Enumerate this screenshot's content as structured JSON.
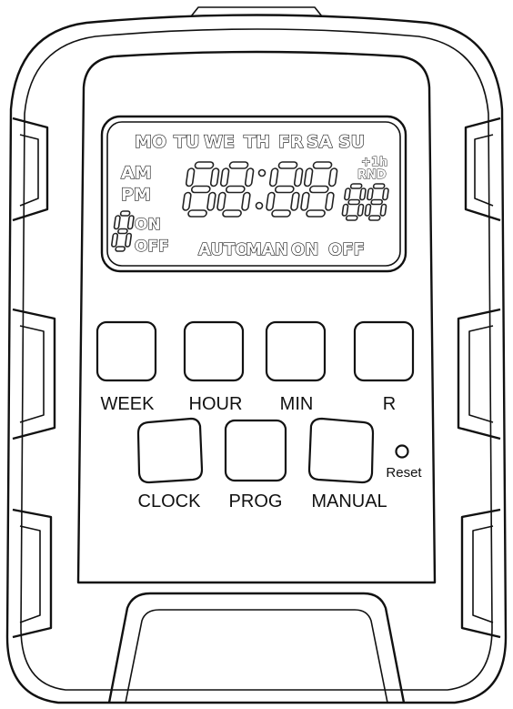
{
  "lcd": {
    "days": [
      "MO",
      "TU",
      "WE",
      "TH",
      "FR",
      "SA",
      "SU"
    ],
    "am": "AM",
    "pm": "PM",
    "plus_1h": "+1h",
    "rnd": "RND",
    "on": "ON",
    "off": "OFF",
    "modes": [
      "AUTO",
      "MAN",
      "ON",
      "OFF"
    ]
  },
  "buttons": {
    "week": "WEEK",
    "hour": "HOUR",
    "min": "MIN",
    "r": "R",
    "clock": "CLOCK",
    "prog": "PROG",
    "manual": "MANUAL",
    "reset": "Reset"
  },
  "colors": {
    "line": "#111111",
    "body": "#ffffff"
  }
}
